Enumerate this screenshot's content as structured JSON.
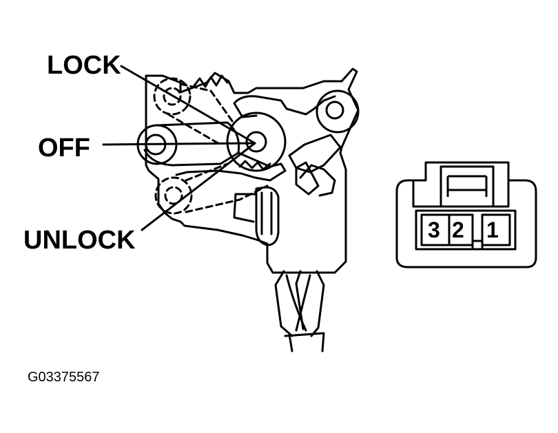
{
  "labels": {
    "lock": "LOCK",
    "off": "OFF",
    "unlock": "UNLOCK",
    "figure_code": "G03375567"
  },
  "connector": {
    "pins": [
      "3",
      "2",
      "1"
    ]
  },
  "colors": {
    "ink": "#000000",
    "background": "#ffffff"
  }
}
